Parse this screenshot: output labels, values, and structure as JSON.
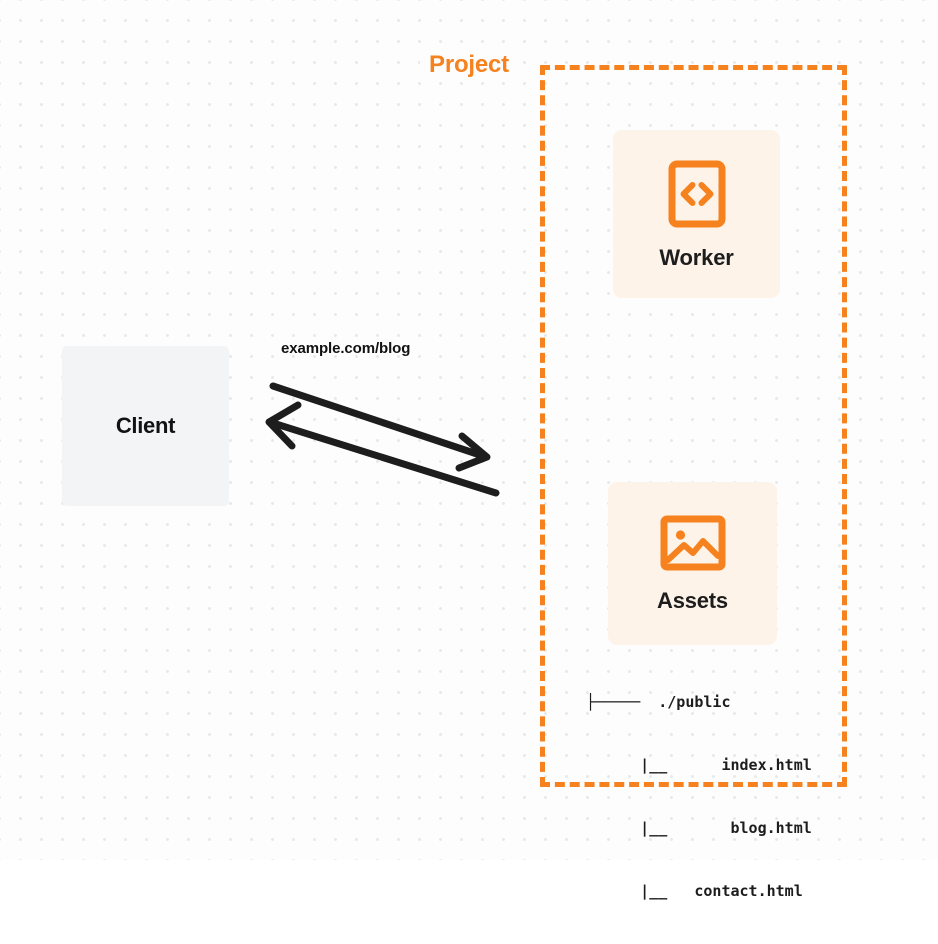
{
  "diagram": {
    "background": {
      "dot_grid": true,
      "dot_color": "#e7e8ea",
      "page_color": "#fdfdfd"
    },
    "colors": {
      "accent_orange": "#f6821f",
      "card_bg": "#fdf3e9",
      "client_bg": "#f3f4f6",
      "text_dark": "#1d1d1d",
      "arrow": "#1d1d1d"
    },
    "client": {
      "label": "Client"
    },
    "connection": {
      "label": "example.com/blog",
      "outbound_direction": "right",
      "inbound_direction": "left"
    },
    "project": {
      "label": "Project",
      "border_style": "dashed",
      "nodes": [
        {
          "id": "worker",
          "label": "Worker",
          "icon": "code-brackets-icon"
        },
        {
          "id": "assets",
          "label": "Assets",
          "icon": "image-icon"
        }
      ],
      "file_tree": [
        "├─────  ./public",
        "      |__      index.html",
        "      |__       blog.html",
        "      |__   contact.html"
      ]
    }
  }
}
